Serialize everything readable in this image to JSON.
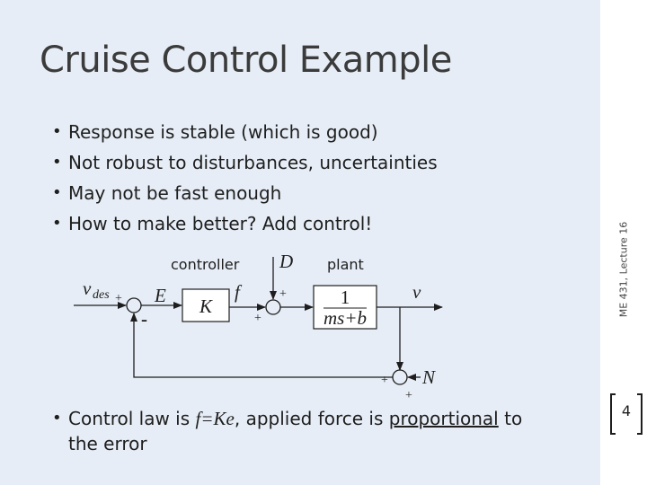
{
  "slide": {
    "title": "Cruise Control Example",
    "bullets": [
      "Response is stable (which is good)",
      "Not robust to disturbances, uncertainties",
      "May not be fast enough",
      "How to make better? Add control!"
    ],
    "bottom": {
      "prefix": "Control law is ",
      "law": "f=Ke",
      "middle": ", applied force is ",
      "underlined": "proportional",
      "suffix": " to",
      "line2": "the error"
    }
  },
  "diagram": {
    "controller_label": "controller",
    "plant_label": "plant",
    "disturbance": "D",
    "input": "v",
    "input_sub": "des",
    "error": "E",
    "gain": "K",
    "force": "f",
    "plant_num": "1",
    "plant_den": "ms+b",
    "output": "v",
    "noise": "N",
    "plus": "+",
    "minus": "-"
  },
  "sidebar": {
    "course_label": "ME 431, Lecture 16",
    "page_number": "4"
  }
}
